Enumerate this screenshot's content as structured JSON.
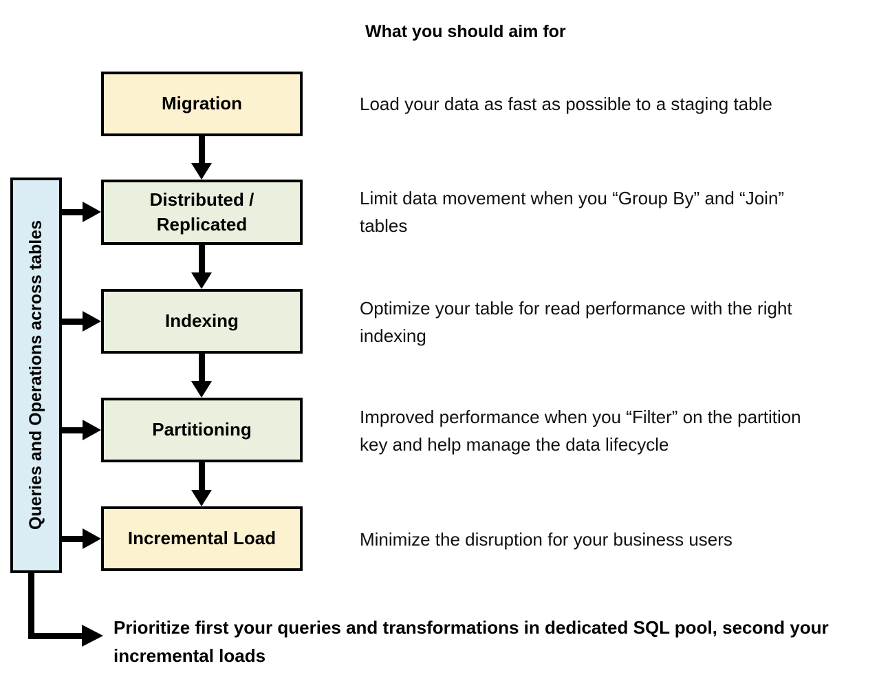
{
  "title": "What you should aim for",
  "sidebar": {
    "label": "Queries and Operations across tables"
  },
  "steps": [
    {
      "label": "Migration",
      "fill": "cream",
      "description": "Load your data as fast as possible to a staging table"
    },
    {
      "label": "Distributed / Replicated",
      "fill": "green",
      "description": "Limit data movement when you “Group By” and “Join” tables"
    },
    {
      "label": "Indexing",
      "fill": "green",
      "description": "Optimize your table for read performance with the right indexing"
    },
    {
      "label": "Partitioning",
      "fill": "green",
      "description": "Improved performance when you “Filter” on the partition key and help manage the data lifecycle"
    },
    {
      "label": "Incremental Load",
      "fill": "cream",
      "description": "Minimize the disruption for your business users"
    }
  ],
  "footer_note": "Prioritize first your queries and transformations in dedicated SQL pool, second your incremental loads",
  "colors": {
    "cream_box": "#FCF2CF",
    "green_box": "#EAF0DE",
    "sidebar_blue": "#DAEDF4",
    "line": "#000000"
  }
}
